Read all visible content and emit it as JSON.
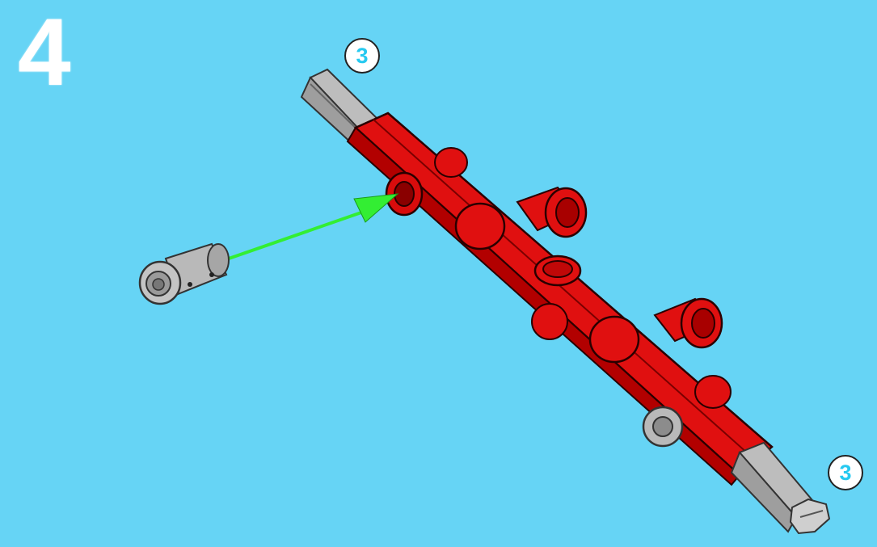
{
  "step": {
    "number": "4"
  },
  "callouts": [
    {
      "quantity": "3"
    },
    {
      "quantity": "3"
    }
  ],
  "colors": {
    "background": "#66d4f5",
    "beam": "#e01010",
    "axle": "#b9b9b9",
    "arrow": "#33ee33"
  },
  "icons": [
    "technic-beam",
    "cross-axle",
    "connector-bush",
    "insert-arrow"
  ]
}
